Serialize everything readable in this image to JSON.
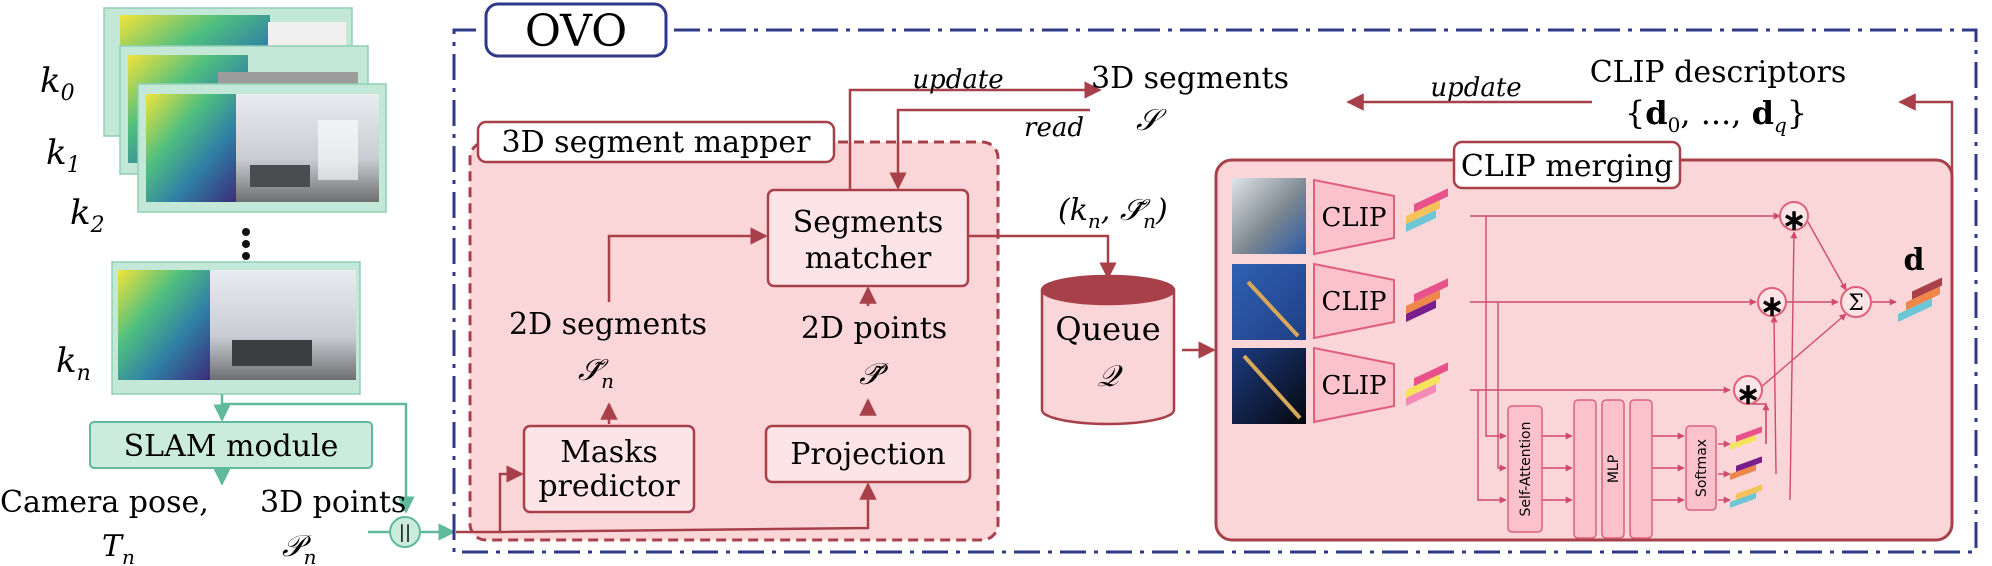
{
  "colors": {
    "ovo_border": "#2e3a87",
    "red": "#a8404a",
    "pink_fill": "#fbd6d8",
    "pink_light": "#fde4e6",
    "green": "#5fb99a",
    "green_fill": "#cbebdc",
    "green_frame": "#c3e8d8"
  },
  "ovo": {
    "title": "OVO"
  },
  "frames": {
    "k0": "k",
    "k0_sub": "0",
    "k1": "k",
    "k1_sub": "1",
    "k2": "k",
    "k2_sub": "2",
    "kn": "k",
    "kn_sub": "n"
  },
  "slam": {
    "label": "SLAM  module",
    "camera_pose": "Camera pose",
    "comma": ",",
    "points_3d": "3D points",
    "T": "T",
    "T_sub": "n",
    "P": "𝒫",
    "P_sub": "n",
    "concat_symbol": "||"
  },
  "mapper": {
    "title": "3D segment mapper",
    "matcher_line1": "Segments",
    "matcher_line2": "matcher",
    "masks_line1": "Masks",
    "masks_line2": "predictor",
    "projection": "Projection",
    "segments_2d": "2D segments",
    "S_tilde": "𝒮̃",
    "S_tilde_sub": "n",
    "points_2d": "2D points",
    "P_tilde": "𝒫̃"
  },
  "segments3d": {
    "line1": "3D segments",
    "symbol": "𝒮",
    "update_label": "update",
    "read_label": "read"
  },
  "tuple_label": {
    "open": "(",
    "k": "k",
    "k_sub": "n",
    "comma": ", ",
    "S": "𝒮̃",
    "S_sub": "n",
    "close": ")"
  },
  "queue": {
    "label": "Queue",
    "symbol": "𝒬"
  },
  "clip_desc": {
    "line1": "CLIP descriptors",
    "line2_open": "{",
    "d0": "d",
    "d0_sub": "0",
    "dots": ", ..., ",
    "dq": "d",
    "dq_sub": "q",
    "line2_close": "}",
    "update_label": "update"
  },
  "clip_merging": {
    "title": "CLIP merging",
    "clip_labels": [
      "CLIP",
      "CLIP",
      "CLIP"
    ],
    "self_attention": "Self-Attention",
    "mlp": "MLP",
    "softmax": "Softmax",
    "mult_symbol": "∗",
    "sum_symbol": "Σ",
    "output": "d"
  },
  "icons": {
    "depth_frames": "depth-image-thumbnail",
    "rgb_frames": "office-photo-thumbnail",
    "crops": "segment-crop-thumbnail",
    "embedding": "embedding-stack-icon"
  }
}
